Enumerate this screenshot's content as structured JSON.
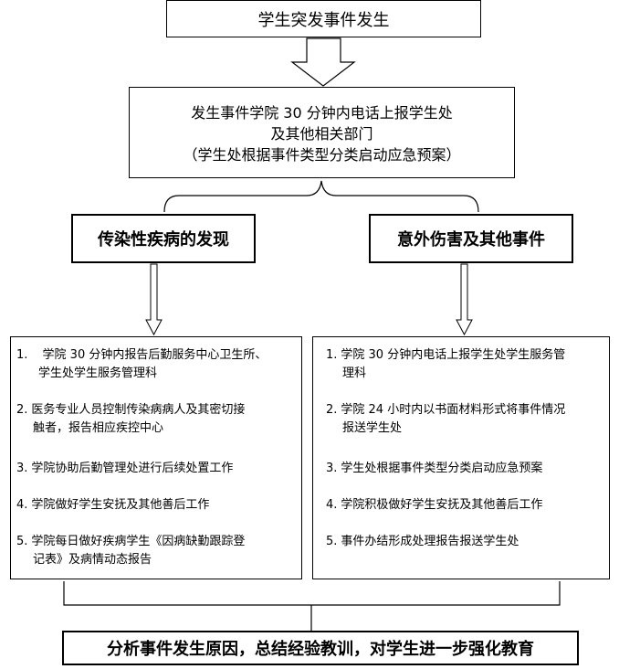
{
  "top": "学生突发事件发生",
  "report": {
    "line1": "发生事件学院 30 分钟内电话上报学生处",
    "line2": "及其他相关部门",
    "line3": "（学生处根据事件类型分类启动应急预案）"
  },
  "left_branch": {
    "title": "传染性疾病的发现",
    "items": [
      {
        "num": "1.",
        "lines": [
          "学院 30 分钟内报告后勤服务中心卫生所、",
          "学生处学生服务管理科"
        ]
      },
      {
        "num": "2.",
        "lines": [
          "医务专业人员控制传染病病人及其密切接",
          "触者，报告相应疾控中心"
        ]
      },
      {
        "num": "3.",
        "lines": [
          "学院协助后勤管理处进行后续处置工作"
        ]
      },
      {
        "num": "4.",
        "lines": [
          "学院做好学生安抚及其他善后工作"
        ]
      },
      {
        "num": "5.",
        "lines": [
          "学院每日做好疾病学生《因病缺勤跟踪登",
          "记表》及病情动态报告"
        ]
      }
    ]
  },
  "right_branch": {
    "title": "意外伤害及其他事件",
    "items": [
      {
        "num": "1.",
        "lines": [
          "学院 30 分钟内电话上报学生处学生服务管",
          "理科"
        ]
      },
      {
        "num": "2.",
        "lines": [
          "学院 24 小时内以书面材料形式将事件情况",
          "报送学生处"
        ]
      },
      {
        "num": "3.",
        "lines": [
          "学生处根据事件类型分类启动应急预案"
        ]
      },
      {
        "num": "4.",
        "lines": [
          "学院积极做好学生安抚及其他善后工作"
        ]
      },
      {
        "num": "5.",
        "lines": [
          "事件办结形成处理报告报送学生处"
        ]
      }
    ]
  },
  "final": "分析事件发生原因，总结经验教训，对学生进一步强化教育"
}
